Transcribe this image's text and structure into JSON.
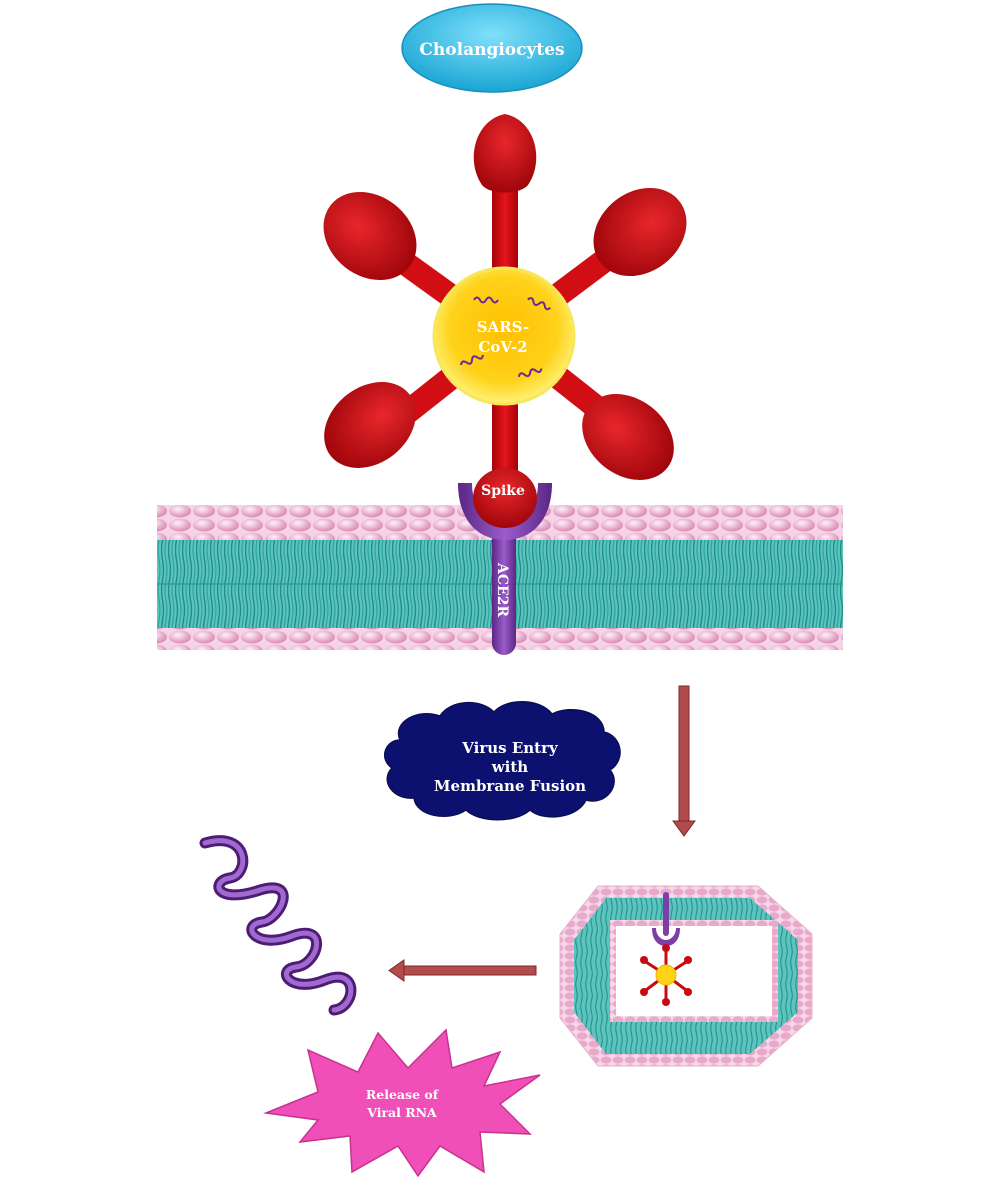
{
  "title": "Cholangiocytes",
  "virus": {
    "line1": "SARS-",
    "line2": "CoV-2"
  },
  "spike_label": "Spike",
  "receptor_label": "ACE2R",
  "entry": {
    "line1": "Virus Entry",
    "line2": "with",
    "line3": "Membrane Fusion"
  },
  "release": {
    "line1": "Release of",
    "line2": "Viral  RNA"
  },
  "colors": {
    "title_fill": "#3ec0e6",
    "spike": "#c8090f",
    "virus_core": "#ffd21a",
    "receptor": "#7b3fa6",
    "membrane_head": "#f2c4dc",
    "membrane_tail": "#47b6b0",
    "arrow": "#b24b4b",
    "cloud": "#0c1170",
    "burst": "#f04fb8",
    "rna": "#8a4fb4"
  }
}
